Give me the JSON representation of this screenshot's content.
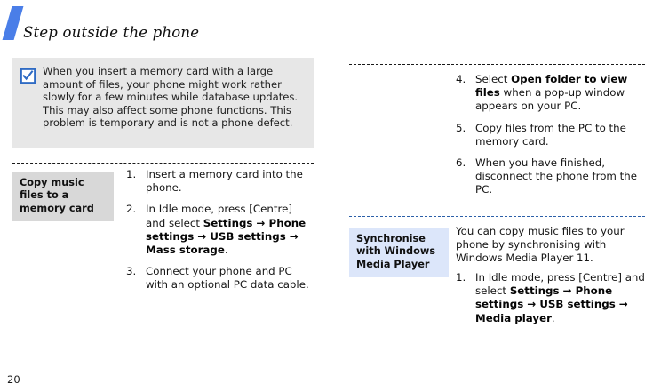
{
  "page": {
    "header": "Step outside the phone",
    "number": "20",
    "accent_color": "#4a7ee8"
  },
  "note": {
    "icon": "checkbox-checked-icon",
    "text": "When you insert a memory card with a large amount of files, your phone might work rather slowly for a few minutes while database updates. This may also affect some phone functions. This problem is temporary and is not a phone defect.",
    "background": "#e7e7e7"
  },
  "left_column": {
    "label": "Copy music files to a memory card",
    "label_background": "#d8d8d8",
    "steps": [
      {
        "num": "1.",
        "parts": [
          {
            "t": "Insert a memory card into the phone.",
            "b": false
          }
        ]
      },
      {
        "num": "2.",
        "parts": [
          {
            "t": "In Idle mode, press [Centre] and select ",
            "b": false
          },
          {
            "t": "Settings",
            "b": true
          },
          {
            "t": " → ",
            "b": true
          },
          {
            "t": "Phone settings",
            "b": true
          },
          {
            "t": " → ",
            "b": true
          },
          {
            "t": "USB settings",
            "b": true
          },
          {
            "t": " → ",
            "b": true
          },
          {
            "t": "Mass storage",
            "b": true
          },
          {
            "t": ".",
            "b": false
          }
        ]
      },
      {
        "num": "3.",
        "parts": [
          {
            "t": "Connect your phone and PC with an optional PC data cable.",
            "b": false
          }
        ]
      }
    ]
  },
  "right_column": {
    "steps_continued": [
      {
        "num": "4.",
        "parts": [
          {
            "t": "Select ",
            "b": false
          },
          {
            "t": "Open folder to view files",
            "b": true
          },
          {
            "t": " when a pop-up window appears on your PC.",
            "b": false
          }
        ]
      },
      {
        "num": "5.",
        "parts": [
          {
            "t": "Copy files from the PC to the memory card.",
            "b": false
          }
        ]
      },
      {
        "num": "6.",
        "parts": [
          {
            "t": "When you have finished, disconnect the phone from the PC.",
            "b": false
          }
        ]
      }
    ],
    "label": "Synchronise with Windows Media Player",
    "label_background": "#dce6fa",
    "intro": "You can copy music files to your phone by synchronising with Windows Media Player 11.",
    "steps": [
      {
        "num": "1.",
        "parts": [
          {
            "t": "In Idle mode, press [Centre] and select ",
            "b": false
          },
          {
            "t": "Settings",
            "b": true
          },
          {
            "t": " → ",
            "b": true
          },
          {
            "t": "Phone settings",
            "b": true
          },
          {
            "t": " → ",
            "b": true
          },
          {
            "t": "USB settings",
            "b": true
          },
          {
            "t": " → ",
            "b": true
          },
          {
            "t": "Media player",
            "b": true
          },
          {
            "t": ".",
            "b": false
          }
        ]
      }
    ]
  },
  "separators": {
    "left_top": "#1a1a1a",
    "right_top": "#1a1a1a",
    "right_mid": "#2b5fa8"
  }
}
